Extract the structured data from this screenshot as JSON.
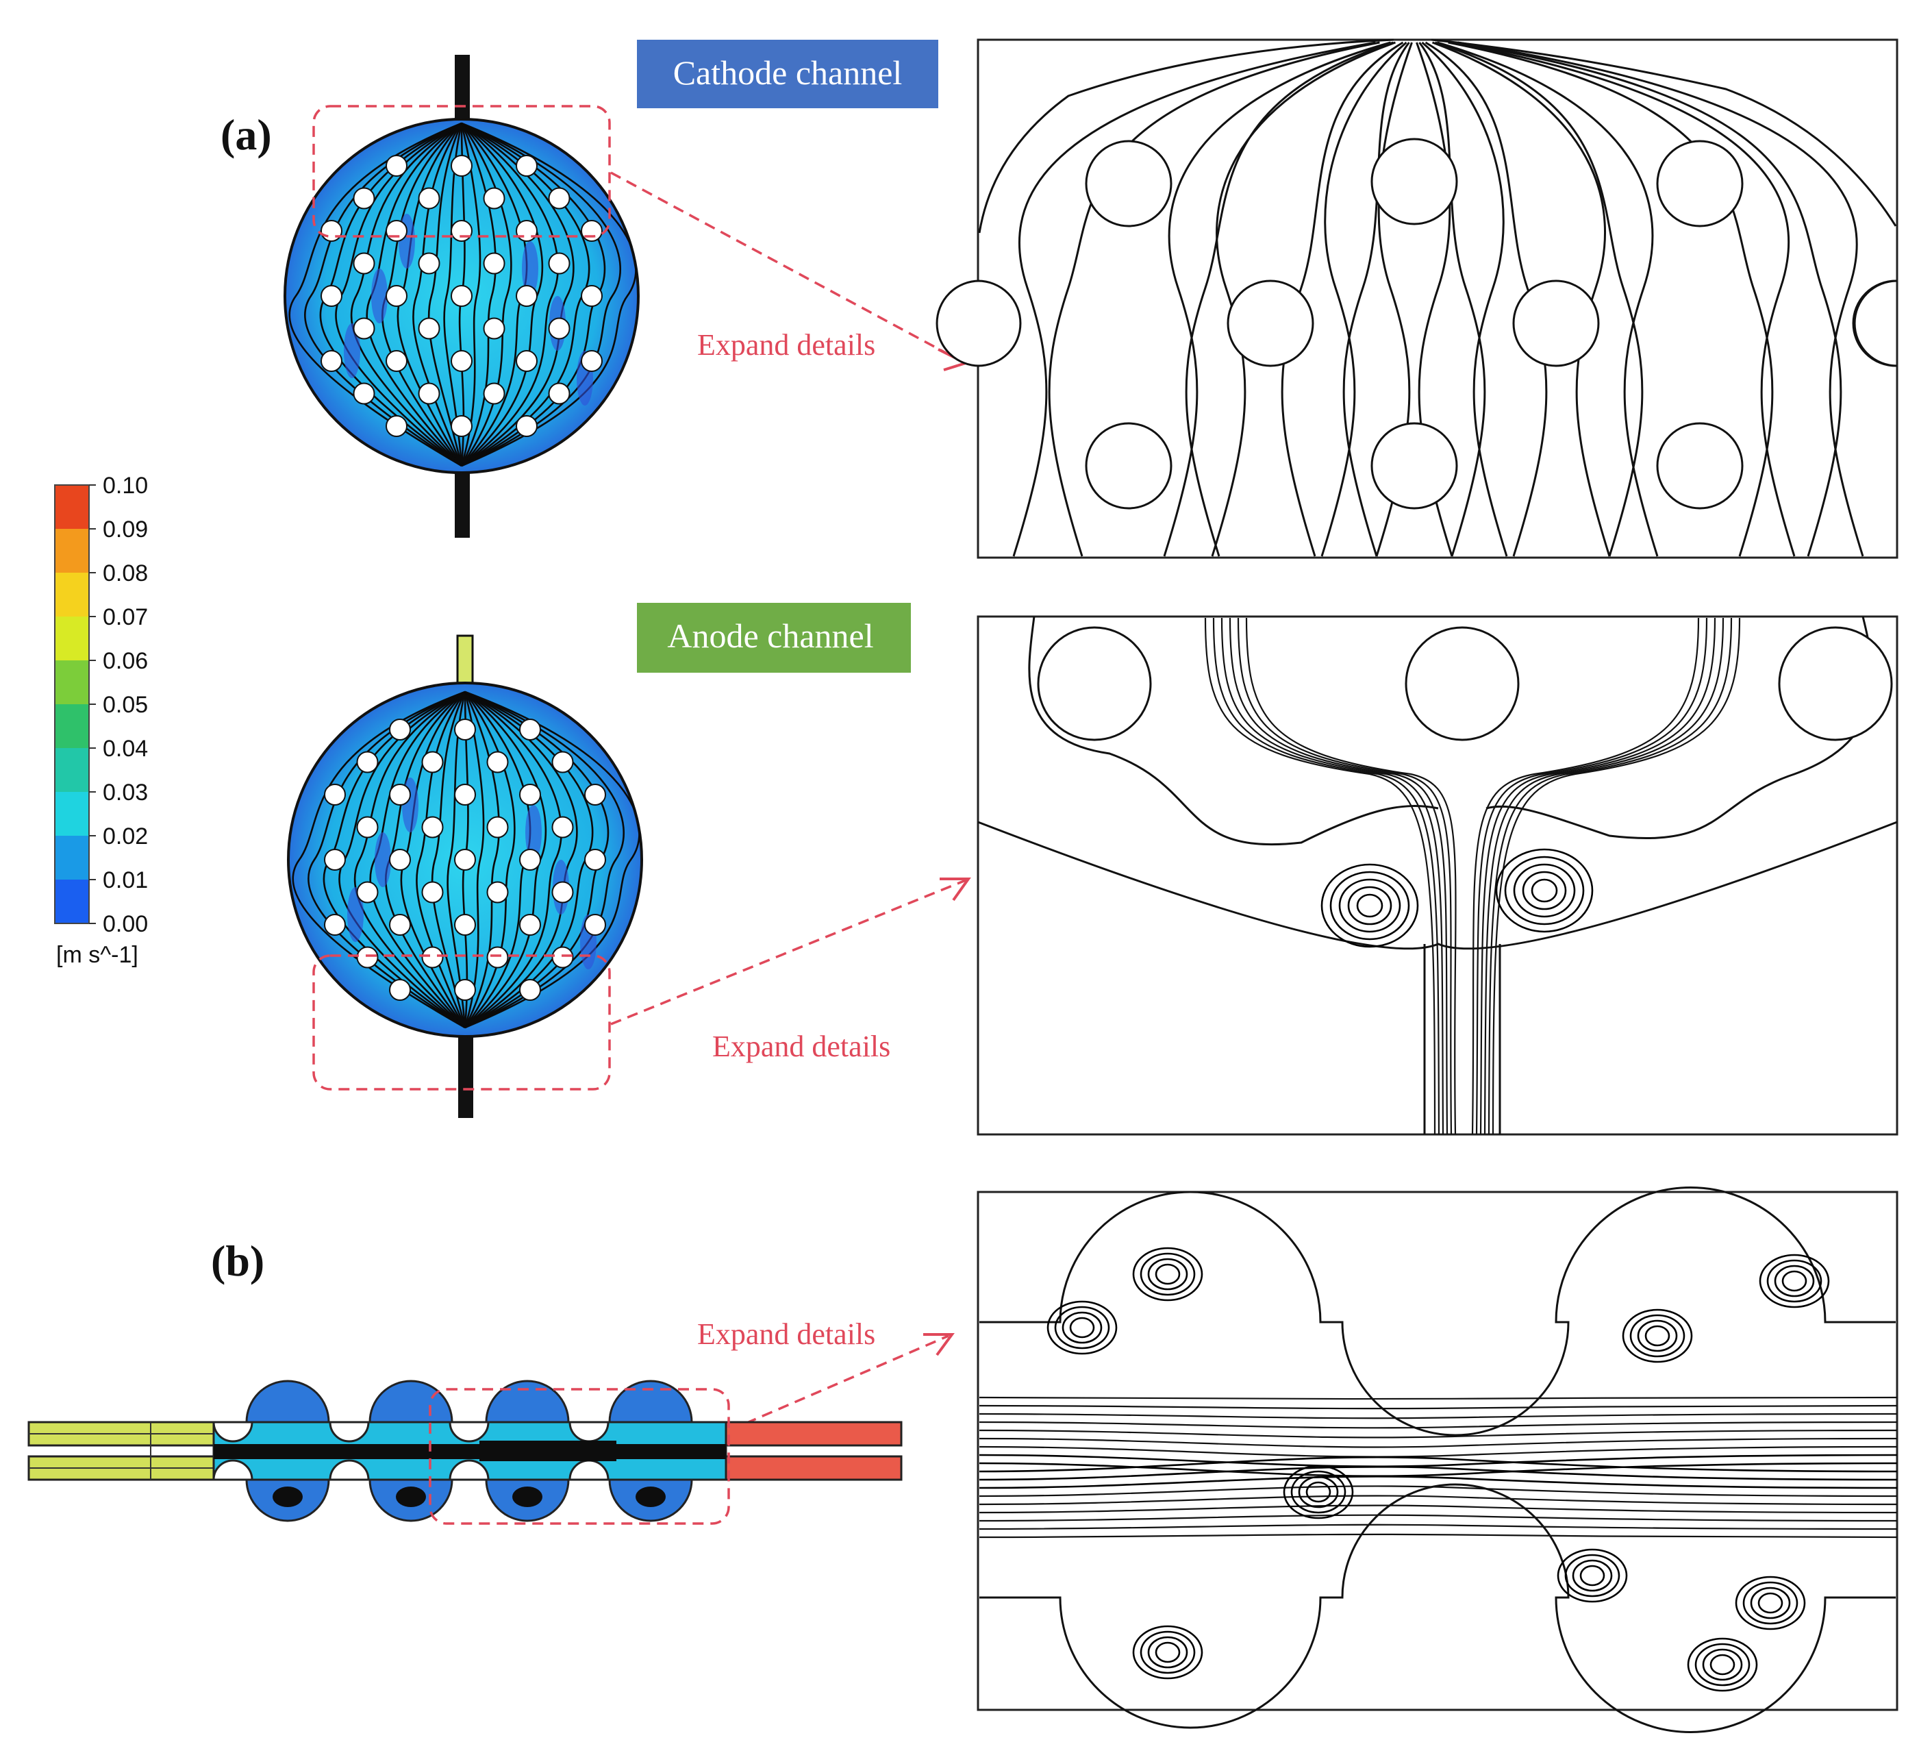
{
  "labels": {
    "panel_a": "(a)",
    "panel_b": "(b)",
    "cathode": "Cathode channel",
    "anode": "Anode channel",
    "expand_1": "Expand details",
    "expand_2": "Expand details",
    "expand_3": "Expand details"
  },
  "colorbar": {
    "ticks": [
      "0.10",
      "0.09",
      "0.08",
      "0.07",
      "0.06",
      "0.05",
      "0.04",
      "0.03",
      "0.02",
      "0.01",
      "0.00"
    ],
    "unit": "[m s^-1]",
    "colors": [
      "#e8461e",
      "#f39a1d",
      "#f5d21e",
      "#d8ea25",
      "#7ccd3a",
      "#2fc16a",
      "#22c7a8",
      "#1fd3e0",
      "#1a9ae6",
      "#1a5ff0",
      "#1a1cef"
    ]
  },
  "colors": {
    "cathode_tag": "#4472c4",
    "anode_tag": "#70ad47",
    "highlight": "#e0485a",
    "field": "#29b7e8",
    "field_dark": "#2f3fd0"
  }
}
